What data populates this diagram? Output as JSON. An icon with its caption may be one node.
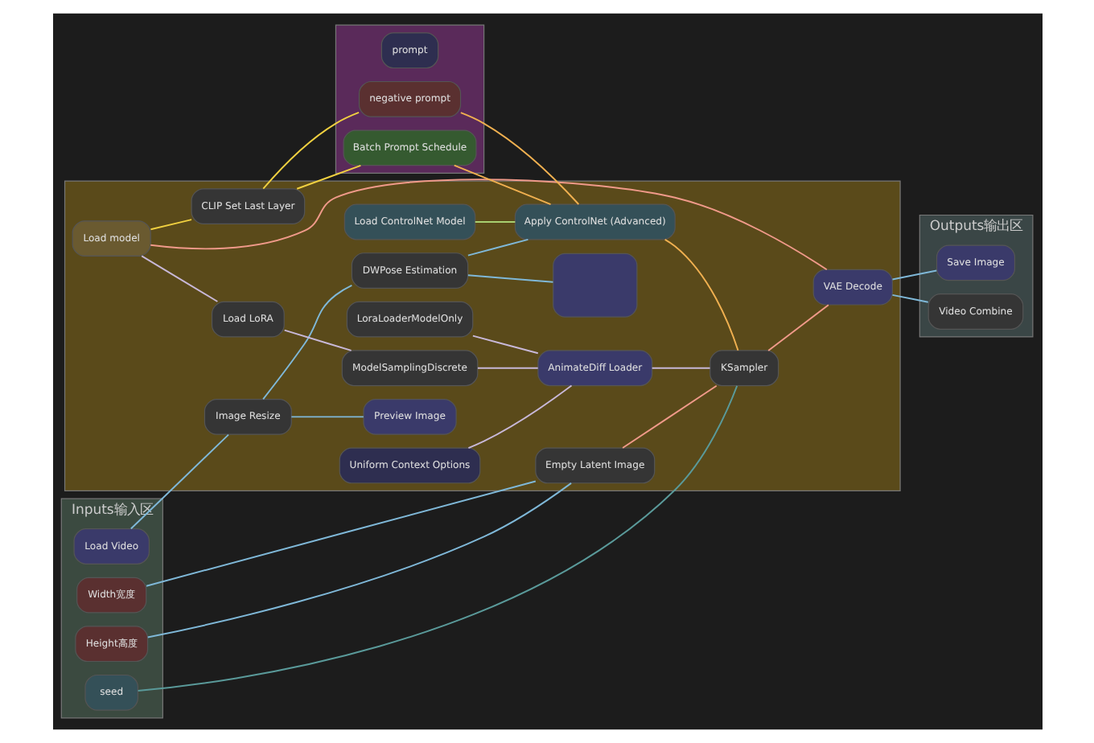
{
  "diagram": {
    "nodes": [
      {
        "text": [
          "Inputs输入区"
        ]
      },
      {
        "text": [
          "Load Video"
        ],
        "in": 0
      },
      {
        "text": [
          "seed"
        ],
        "in": 0
      },
      {
        "text": [
          "Width宽度"
        ],
        "in": 0
      },
      {
        "text": [
          "Height高度"
        ],
        "in": 0
      },
      {
        "text": [],
        "shape": "box"
      },
      {
        "text": [
          "Image Resize"
        ],
        "in": 5
      },
      {
        "text": [
          "Preview Image"
        ],
        "in": 5
      },
      {
        "text": [],
        "shape": "box",
        "in": 5
      },
      {
        "text": [
          "DWPose Estimation"
        ],
        "in": 5
      },
      {
        "text": [
          "Load ControlNet Model"
        ],
        "in": 5
      },
      {
        "text": [
          "Apply ControlNet (Advanced)"
        ],
        "in": 5
      },
      {
        "text": [
          "Empty Latent Image"
        ],
        "in": 5
      },
      {
        "text": [
          "VAE Decode"
        ],
        "in": 5
      },
      {
        "text": [
          "Load model"
        ],
        "in": 5
      },
      {
        "text": [
          "KSampler"
        ],
        "in": 5
      },
      {
        "text": [
          "CLIP Set Last Layer"
        ],
        "in": 5
      },
      {
        "text": [
          "Load LoRA"
        ],
        "in": 5
      },
      {
        "text": [
          "Uniform Context Options"
        ],
        "in": 5
      },
      {
        "text": [
          "ModelSamplingDiscrete"
        ],
        "in": 5
      },
      {
        "text": [
          "AnimateDiff Loader"
        ],
        "in": 5
      },
      {
        "text": [
          "LoraLoaderModelOnly"
        ],
        "in": 5
      },
      {
        "text": [],
        "shape": "box"
      },
      {
        "text": [
          "prompt"
        ],
        "in": 22
      },
      {
        "text": [
          "negative prompt"
        ],
        "in": 22
      },
      {
        "text": [
          "Batch Prompt Schedule"
        ],
        "in": 22
      },
      {
        "text": [
          "Outputs输出区"
        ]
      },
      {
        "text": [
          "Save Image"
        ],
        "in": 26
      },
      {
        "text": [
          "Video Combine"
        ],
        "in": 26
      }
    ],
    "edges": [
      {
        "from": 1,
        "to": 6,
        "arrow": "none",
        "color": "#7fb8d8"
      },
      {
        "from": 6,
        "to": 7,
        "arrow": "none",
        "color": "#7fb8d8"
      },
      {
        "from": 6,
        "to": 9,
        "arrow": "none",
        "color": "#7fb8d8"
      },
      {
        "from": 9,
        "to": 8,
        "arrow": "none",
        "color": "#7fb8d8"
      },
      {
        "from": 9,
        "to": 11,
        "arrow": "none",
        "color": "#7fb8d8"
      },
      {
        "from": 10,
        "to": 11,
        "arrow": "none",
        "color": "#a8d070"
      },
      {
        "from": 3,
        "to": 12,
        "arrow": "none",
        "color": "#7fb8d8"
      },
      {
        "from": 4,
        "to": 12,
        "arrow": "none",
        "color": "#7fb8d8"
      },
      {
        "from": 2,
        "to": 15,
        "arrow": "none",
        "color": "#5a9a9a"
      },
      {
        "from": 12,
        "to": 15,
        "arrow": "none",
        "color": "#f09a8a"
      },
      {
        "from": 25,
        "to": 11,
        "arrow": "none",
        "color": "#f0b050"
      },
      {
        "from": 24,
        "to": 11,
        "arrow": "none",
        "color": "#f0b050"
      },
      {
        "from": 11,
        "to": 15,
        "arrow": "none",
        "color": "#f0b050"
      },
      {
        "from": 14,
        "to": 16,
        "arrow": "none",
        "color": "#f0d040"
      },
      {
        "from": 16,
        "to": 25,
        "arrow": "none",
        "color": "#f0d040"
      },
      {
        "from": 16,
        "to": 24,
        "arrow": "none",
        "color": "#f0d040"
      },
      {
        "from": 14,
        "to": 17,
        "arrow": "none",
        "color": "#c8b8d8"
      },
      {
        "from": 17,
        "to": 19,
        "arrow": "none",
        "color": "#c8b8d8"
      },
      {
        "from": 19,
        "to": 20,
        "arrow": "none",
        "color": "#c8b8d8"
      },
      {
        "from": 21,
        "to": 20,
        "arrow": "none",
        "color": "#c8b8d8"
      },
      {
        "from": 18,
        "to": 20,
        "arrow": "none",
        "color": "#c8b8d8"
      },
      {
        "from": 20,
        "to": 15,
        "arrow": "none",
        "color": "#c8b8d8"
      },
      {
        "from": 15,
        "to": 13,
        "arrow": "none",
        "color": "#f09a8a"
      },
      {
        "from": 14,
        "to": 13,
        "arrow": "none",
        "color": "#f09a8a"
      },
      {
        "from": 13,
        "to": 27,
        "arrow": "none",
        "color": "#7fb8d8"
      },
      {
        "from": 13,
        "to": 28,
        "arrow": "none",
        "color": "#7fb8d8"
      }
    ]
  }
}
